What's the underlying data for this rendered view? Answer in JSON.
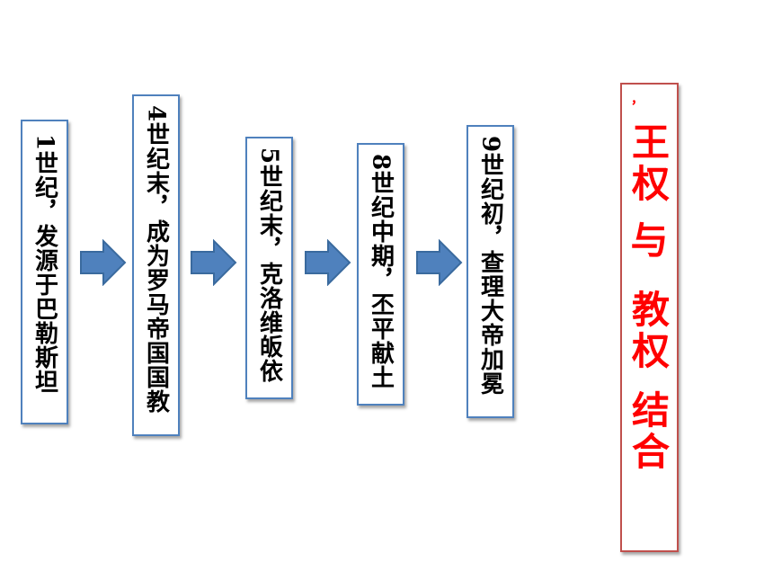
{
  "steps": [
    {
      "text": "1世纪，发源于巴勒斯坦"
    },
    {
      "text": "4世纪末，成为罗马帝国国教"
    },
    {
      "text": "5世纪末，克洛维皈依"
    },
    {
      "text": "8世纪中期，丕平献土"
    },
    {
      "text": "9世纪初，查理大帝加冕"
    }
  ],
  "result": {
    "line1": "王权",
    "line2": "与",
    "line3": "教权",
    "line4": "结合",
    "mark": "，"
  },
  "colors": {
    "box_border": "#4f81bd",
    "arrow_fill": "#4f81bd",
    "result_border": "#c0504d",
    "result_text": "#ff0000"
  }
}
